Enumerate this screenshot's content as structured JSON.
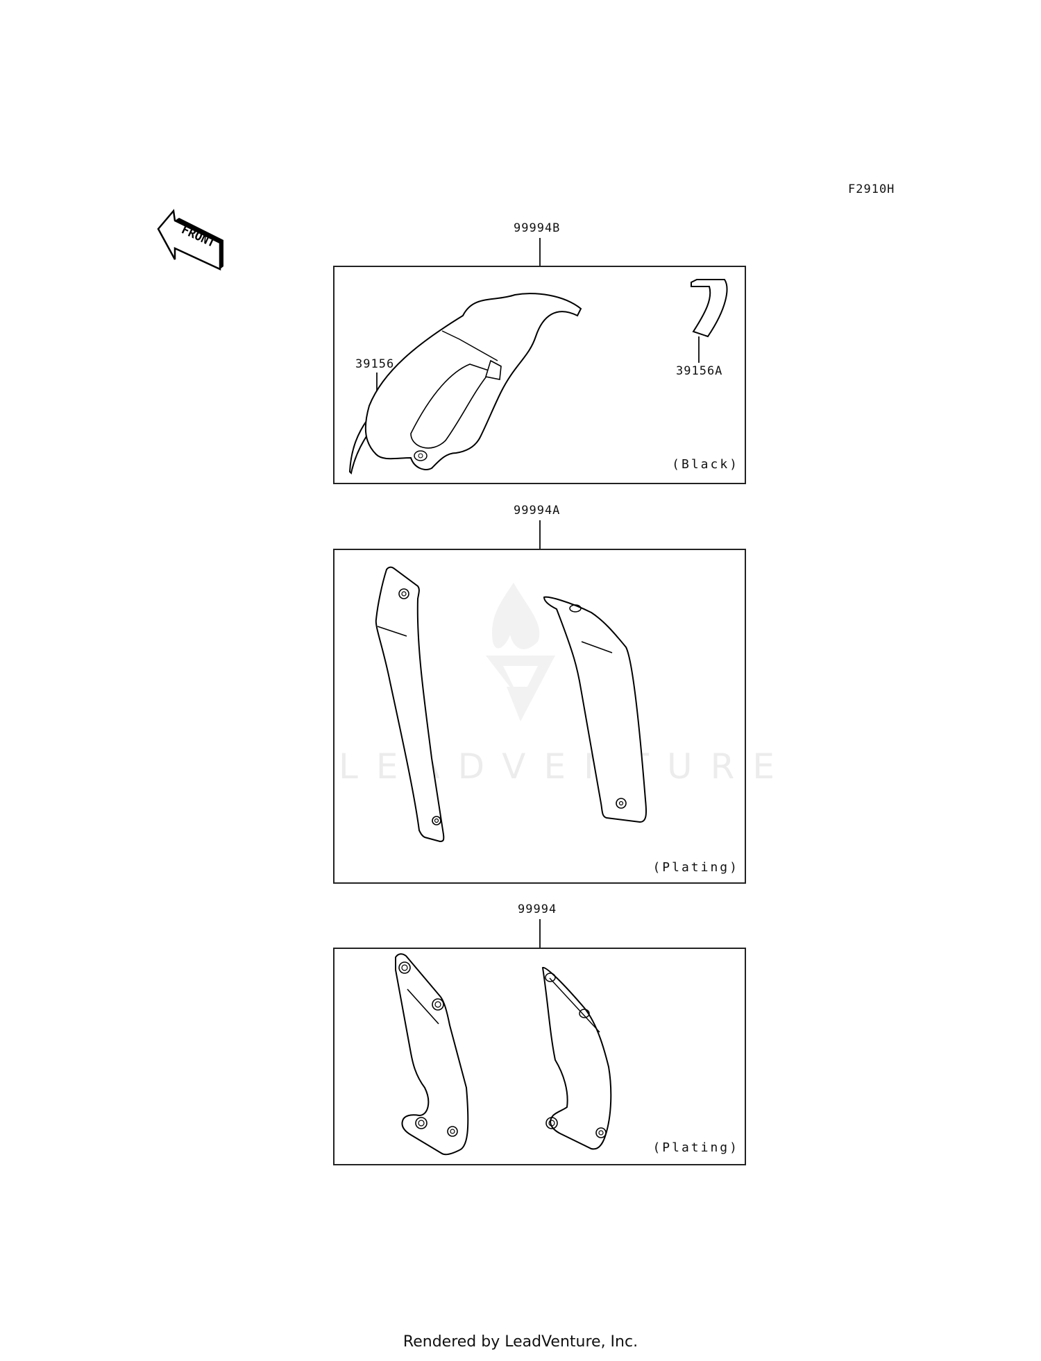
{
  "diagram_code": "F2910H",
  "front_indicator": {
    "label": "FRONT"
  },
  "groups": [
    {
      "part_number": "99994B",
      "finish": "(Black)",
      "sub_parts": [
        {
          "part_number": "39156"
        },
        {
          "part_number": "39156A"
        }
      ]
    },
    {
      "part_number": "99994A",
      "finish": "(Plating)"
    },
    {
      "part_number": "99994",
      "finish": "(Plating)"
    }
  ],
  "watermark": "LEADVENTURE",
  "footer": "Rendered by LeadVenture, Inc."
}
